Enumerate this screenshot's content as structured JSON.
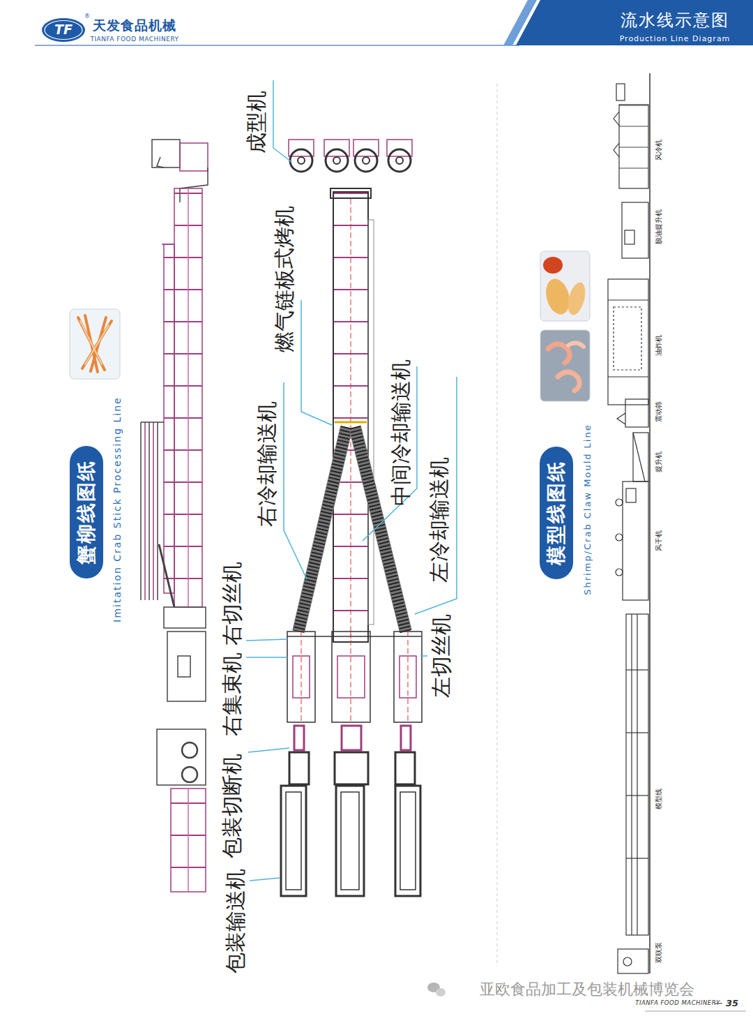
{
  "diagram": {
    "title": "流水线示意图",
    "nodes": [
      {
        "text": [
          "蟹柳线图纸"
        ]
      },
      {
        "text": [
          "模型线图纸"
        ]
      }
    ],
    "labels": [
      "TF",
      "®",
      "天发食品机械",
      "TIANFA FOOD MACHINERY",
      "Production Line Diagram",
      "Imitation Crab Stick Processing Line",
      "成型机",
      "燃气链板式烤机",
      "右冷却输送机",
      "中间冷却输送机",
      "左冷却输送机",
      "右切丝机",
      "左切丝机",
      "右集束机",
      "包装切断机",
      "包装输送机",
      "Shrimp/Crab Claw Mould Line",
      "风冷机",
      "脱油提升机",
      "油炸机",
      "震动筛",
      "提升机",
      "风干机",
      "模型线",
      "双联泵",
      "亚欧食品加工及包装机械博览会",
      "TIANFA FOOD MACHINERY",
      "35"
    ]
  }
}
